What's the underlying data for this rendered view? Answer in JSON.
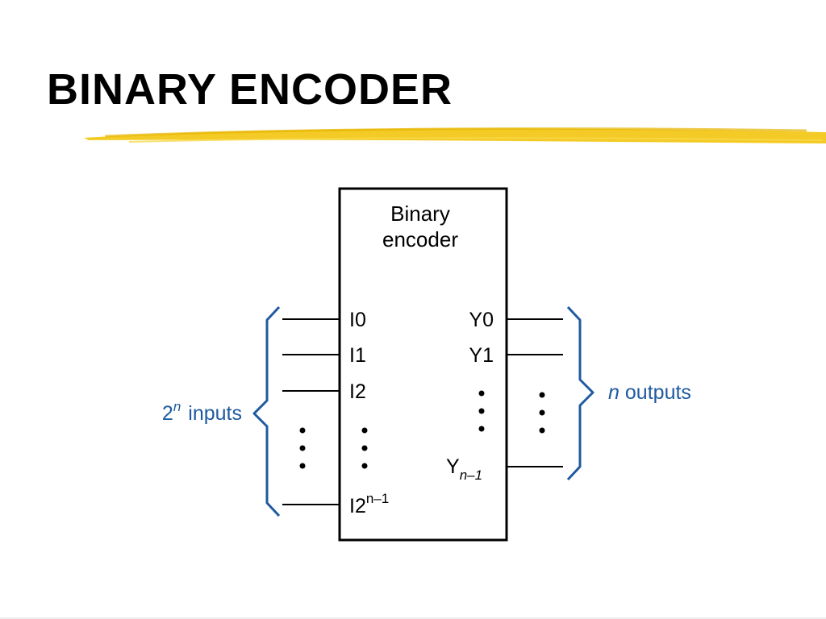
{
  "slide": {
    "title": "BINARY ENCODER"
  },
  "block": {
    "title_line1": "Binary",
    "title_line2": "encoder"
  },
  "inputs": {
    "pins": [
      "I0",
      "I1",
      "I2"
    ],
    "last_pin_base": "I2",
    "last_pin_exponent": "n–1",
    "group_label_base": "2",
    "group_label_exponent": "n",
    "group_label_text": "inputs"
  },
  "outputs": {
    "pins": [
      "Y0",
      "Y1"
    ],
    "last_pin_base": "Y",
    "last_pin_subscript": "n–1",
    "group_label_var": "n",
    "group_label_text": "outputs"
  },
  "colors": {
    "title": "#000000",
    "line": "#000000",
    "brace": "#1f5aa0",
    "label": "#1f5aa0",
    "highlight": "#f2c200"
  }
}
